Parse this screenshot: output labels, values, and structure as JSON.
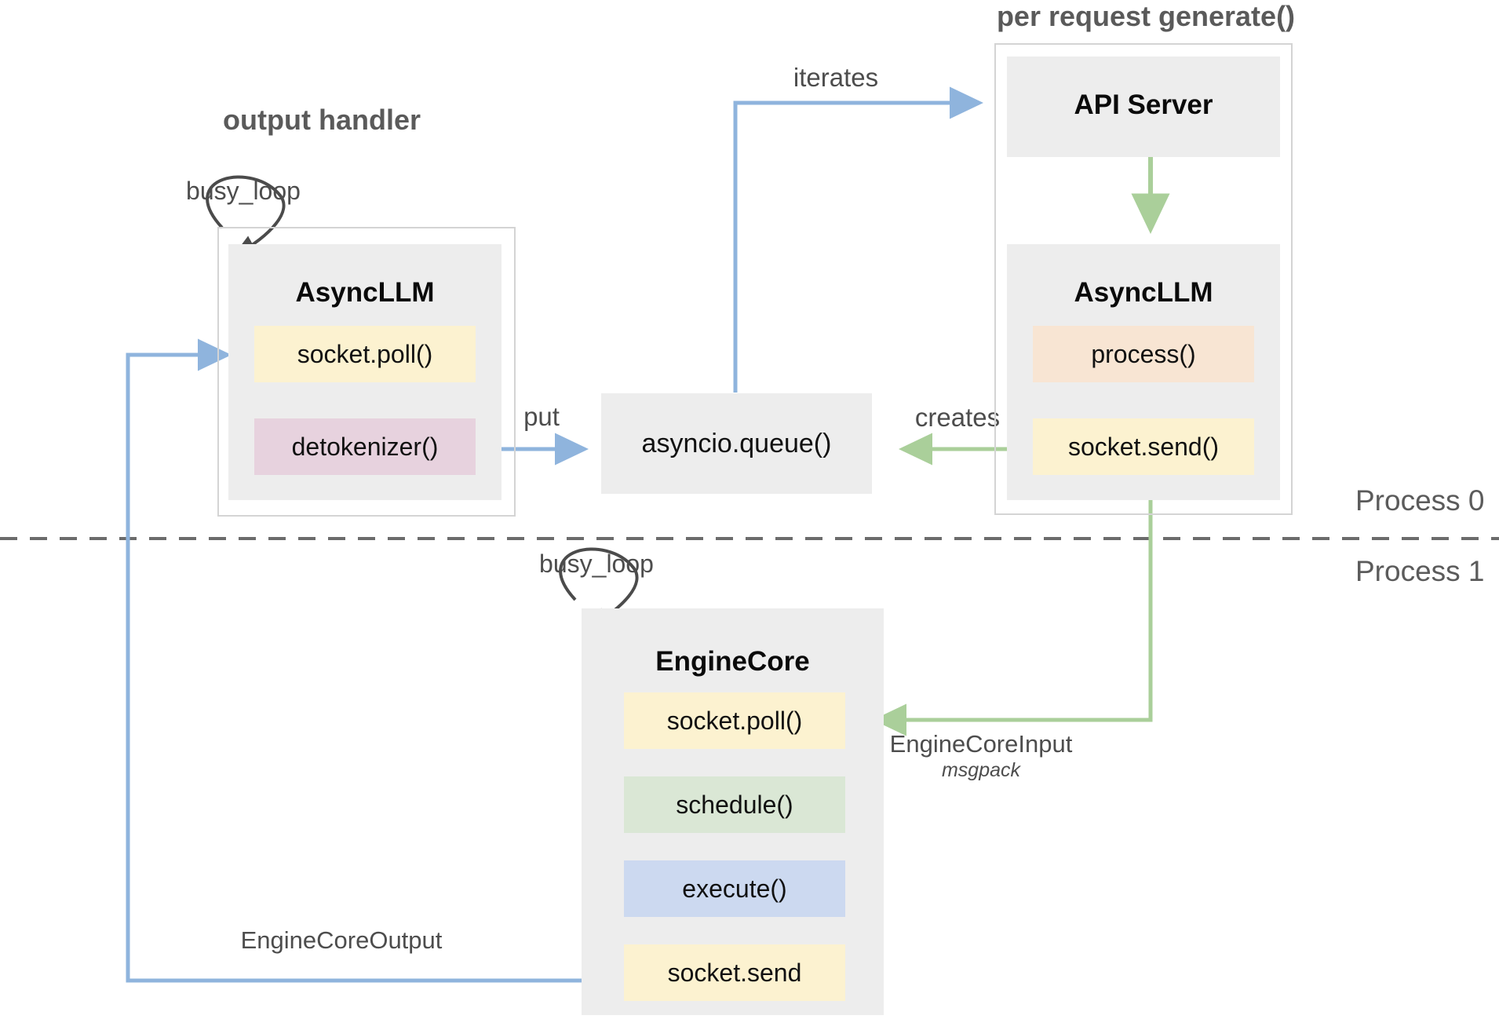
{
  "diagram": {
    "title_output_handler": "output handler",
    "title_per_request": "per request generate()",
    "process0_label": "Process 0",
    "process1_label": "Process 1"
  },
  "groups": {
    "output_handler": {
      "label": "output handler",
      "panel_title": "AsyncLLM",
      "items": [
        {
          "label": "socket.poll()",
          "color": "#fcf2d0"
        },
        {
          "label": "detokenizer()",
          "color": "#e7d2de"
        }
      ],
      "loop_label": "busy_loop"
    },
    "per_request": {
      "label": "per request generate()",
      "api_server_title": "API Server",
      "panel_title": "AsyncLLM",
      "items": [
        {
          "label": "process()",
          "color": "#f8e5d3"
        },
        {
          "label": "socket.send()",
          "color": "#fcf2d0"
        }
      ]
    },
    "engine_core": {
      "panel_title": "EngineCore",
      "loop_label": "busy_loop",
      "items": [
        {
          "label": "socket.poll()",
          "color": "#fcf2d0"
        },
        {
          "label": "schedule()",
          "color": "#dae7d5"
        },
        {
          "label": "execute()",
          "color": "#ccd9f0"
        },
        {
          "label": "socket.send",
          "color": "#fcf2d0"
        }
      ]
    }
  },
  "nodes": {
    "queue": {
      "label": "asyncio.queue()"
    }
  },
  "edges": [
    {
      "name": "iterates",
      "label": "iterates",
      "color": "#8fb4dd"
    },
    {
      "name": "put",
      "label": "put",
      "color": "#8fb4dd"
    },
    {
      "name": "creates",
      "label": "creates",
      "color": "#aacf9a"
    },
    {
      "name": "engine-core-input",
      "label": "EngineCoreInput",
      "sublabel": "msgpack",
      "color": "#aacf9a"
    },
    {
      "name": "engine-core-output",
      "label": "EngineCoreOutput",
      "color": "#8fb4dd"
    }
  ],
  "colors": {
    "blue_arrow": "#8fb4dd",
    "green_arrow": "#aacf9a",
    "panel_bg": "#ededed",
    "group_border": "#d4d4d4",
    "divider": "#6b6b6b",
    "title_gray": "#5a5a5a"
  }
}
